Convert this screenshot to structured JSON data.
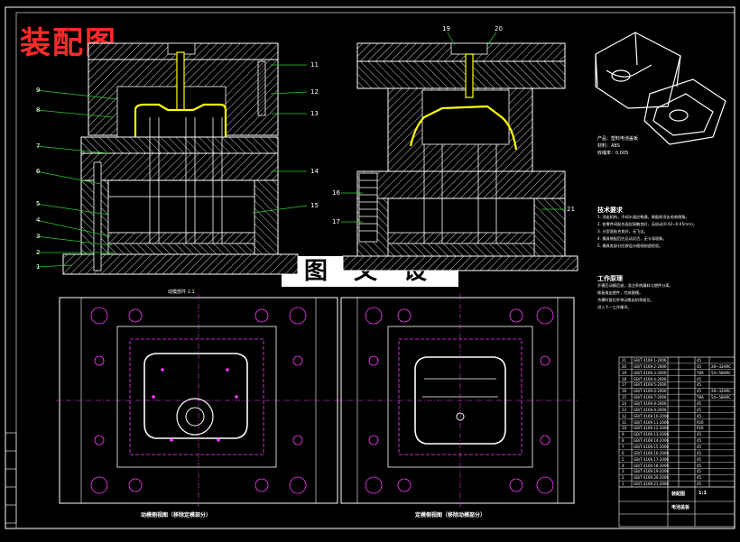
{
  "drawing": {
    "title": "装配图",
    "banner": "图 文 设 计",
    "callouts_left": [
      "1",
      "2",
      "3",
      "4",
      "5",
      "6",
      "7",
      "8",
      "9"
    ],
    "callouts_right": [
      "11",
      "12",
      "13",
      "14",
      "15"
    ],
    "callouts_section2": [
      "16",
      "17",
      "19",
      "20",
      "21"
    ],
    "left_section_label": "动模部件 1:1",
    "view_caption_left": "动模侧视图（移除定模部分）",
    "view_caption_right": "定模侧视图（移除动模部分）",
    "product": {
      "name_line": "产品：塑料电池盖板",
      "material_line": "材料：ABS",
      "shrink_line": "收缩率：0.005"
    },
    "tech_notes": {
      "heading": "技术要求",
      "lines": [
        "1. 顶出机构，冷却水道应畅通，装配前须去毛刺倒角。",
        "2. 各零件间配合面应接触良好，无松动(0.02~0.05mm)。",
        "3. 分型面贴合良好，无飞边。",
        "4. 模具装配后应运动灵活，无卡滞现象。",
        "5. 模具各部分应按设计图纸制造检验。"
      ]
    },
    "work_notes": {
      "heading": "工作原理",
      "lines": [
        "开模后动模后退，浇注系统凝料与塑件分离，",
        "推板推出塑件，完成脱模。",
        "合模时复位杆带动推出机构复位，",
        "进入下一工作循环。"
      ]
    },
    "title_block": {
      "standard_rows": [
        "GB/T 4169.1-2006",
        "GB/T 4169.2-2006",
        "GB/T 4169.3-2006",
        "GB/T 4169.4-2006",
        "GB/T 4169.5-2006",
        "GB/T 4169.6-2006",
        "GB/T 4169.7-2006",
        "GB/T 4169.8-2006",
        "GB/T 4169.9-2006",
        "GB/T 4169.10-2006",
        "GB/T 4169.11-2006",
        "GB/T 4169.12-2006",
        "GB/T 4169.13-2006",
        "GB/T 4169.14-2006",
        "GB/T 4169.15-2006",
        "GB/T 4169.16-2006",
        "GB/T 4169.17-2006",
        "GB/T 4169.18-2006",
        "GB/T 4169.19-2006",
        "GB/T 4169.20-2006",
        "GB/T 4169.21-2006"
      ],
      "material_col": [
        "45",
        "45",
        "T8A",
        "45",
        "45",
        "45",
        "T8A",
        "45",
        "45",
        "45",
        "P20",
        "P20",
        "45",
        "45",
        "45",
        "45",
        "45",
        "45",
        "45",
        "45",
        "45"
      ],
      "hardness_col": [
        "",
        "28~32HRC",
        "54~58HRC",
        "",
        "",
        "28~32HRC",
        "54~58HRC",
        "",
        "",
        "",
        "",
        "",
        "",
        "",
        "",
        "",
        "",
        "",
        "",
        "",
        ""
      ],
      "scale_label": "装配图",
      "drawing_name": "电池盖板",
      "school": "",
      "drawing_no": "1:1"
    },
    "colors": {
      "background": "#000000",
      "line": "#ffffff",
      "leader": "#2ccd2c",
      "section": "#ff3cff",
      "hatch": "#ffffff",
      "part": "#ffff00",
      "accent_red": "#ff2a2a"
    }
  }
}
